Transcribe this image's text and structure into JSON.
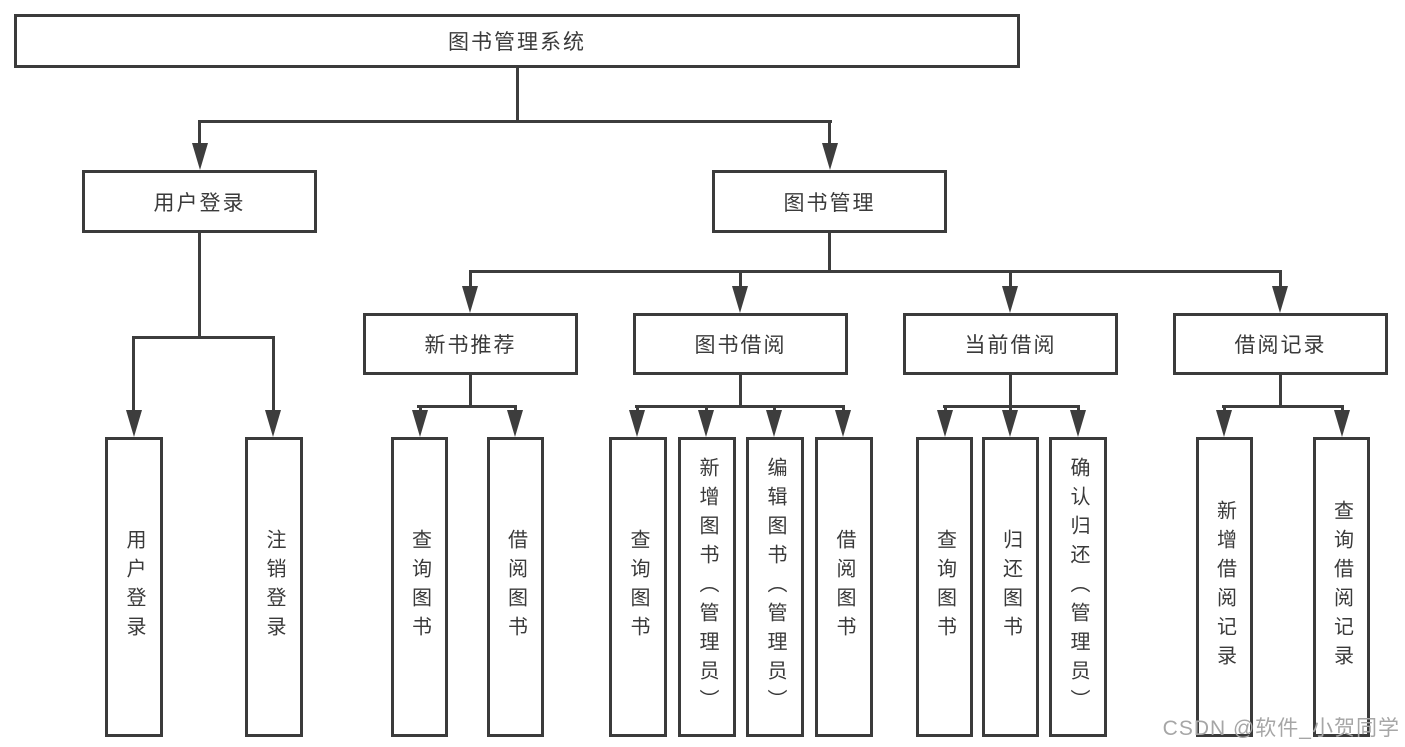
{
  "nodes": {
    "root": "图书管理系统",
    "user_login": "用户登录",
    "book_mgmt": "图书管理",
    "new_book_rec": "新书推荐",
    "book_borrow": "图书借阅",
    "current_borrow": "当前借阅",
    "borrow_records": "借阅记录",
    "ul_login": "用户登录",
    "ul_logout": "注销登录",
    "nbr_query": "查询图书",
    "nbr_borrow": "借阅图书",
    "bb_query": "查询图书",
    "bb_add": "新增图书（管理员）",
    "bb_edit": "编辑图书（管理员）",
    "bb_borrow": "借阅图书",
    "cb_query": "查询图书",
    "cb_return": "归还图书",
    "cb_confirm": "确认归还（管理员）",
    "br_add": "新增借阅记录",
    "br_query": "查询借阅记录"
  },
  "tree": {
    "label": "图书管理系统",
    "children": [
      {
        "label": "用户登录",
        "children": [
          {
            "label": "用户登录"
          },
          {
            "label": "注销登录"
          }
        ]
      },
      {
        "label": "图书管理",
        "children": [
          {
            "label": "新书推荐",
            "children": [
              {
                "label": "查询图书"
              },
              {
                "label": "借阅图书"
              }
            ]
          },
          {
            "label": "图书借阅",
            "children": [
              {
                "label": "查询图书"
              },
              {
                "label": "新增图书（管理员）"
              },
              {
                "label": "编辑图书（管理员）"
              },
              {
                "label": "借阅图书"
              }
            ]
          },
          {
            "label": "当前借阅",
            "children": [
              {
                "label": "查询图书"
              },
              {
                "label": "归还图书"
              },
              {
                "label": "确认归还（管理员）"
              }
            ]
          },
          {
            "label": "借阅记录",
            "children": [
              {
                "label": "新增借阅记录"
              },
              {
                "label": "查询借阅记录"
              }
            ]
          }
        ]
      }
    ]
  },
  "watermark": "CSDN @软件_小贺同学",
  "colors": {
    "line": "#3d3d3d",
    "box_border": "#3b3b3b",
    "box_background": "#ffffff",
    "text": "#3a3a3a",
    "watermark": "#a6a6a6"
  }
}
